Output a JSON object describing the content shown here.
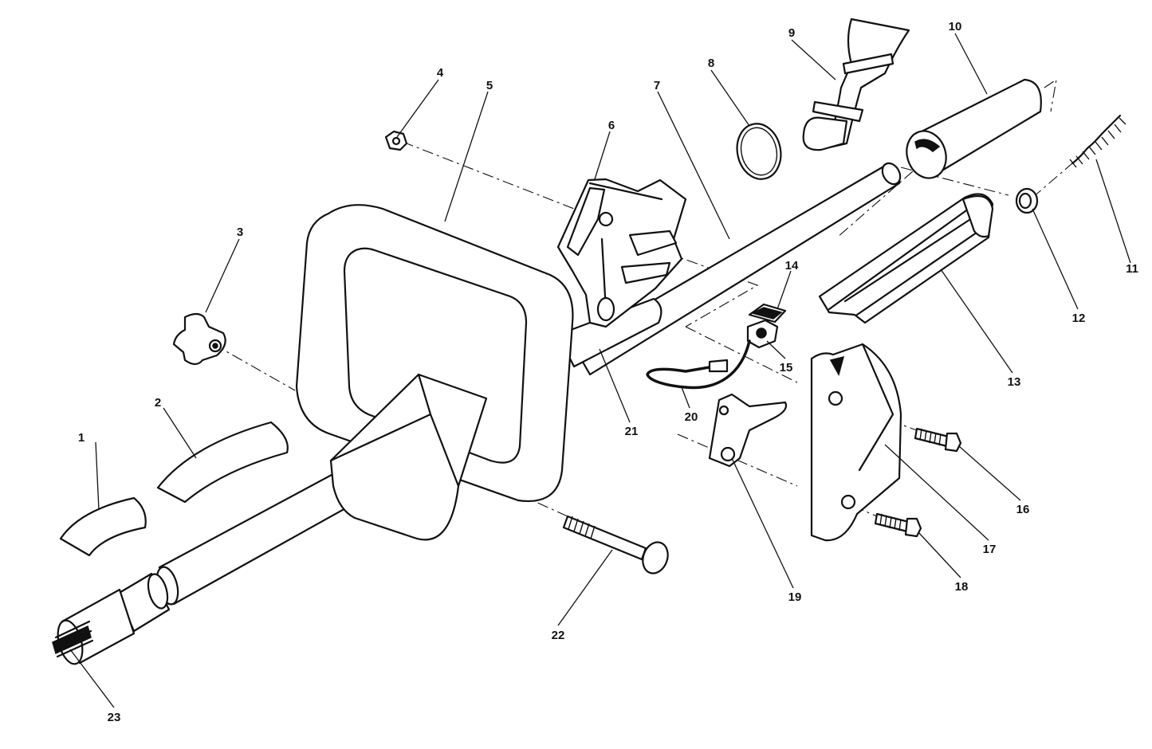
{
  "callouts": [
    "1",
    "2",
    "3",
    "4",
    "5",
    "6",
    "7",
    "8",
    "9",
    "10",
    "11",
    "12",
    "13",
    "14",
    "15",
    "16",
    "17",
    "18",
    "19",
    "20",
    "21",
    "22",
    "23"
  ],
  "parts": {
    "p1": "heat-shield-small",
    "p2": "heat-shield-large",
    "p3": "knob",
    "p4": "nut",
    "p5": "handle",
    "p6": "bracket",
    "p7": "shaft",
    "p8": "ring",
    "p9": "strap",
    "p10": "tube-sleeve",
    "p11": "spring",
    "p12": "bushing",
    "p13": "rail",
    "p14": "clip",
    "p15": "grommet",
    "p16": "screw",
    "p17": "housing-half",
    "p18": "screw",
    "p19": "trigger-lever",
    "p20": "wire",
    "p21": "tube",
    "p22": "carriage-bolt",
    "p23": "drive-shaft-coupler"
  }
}
